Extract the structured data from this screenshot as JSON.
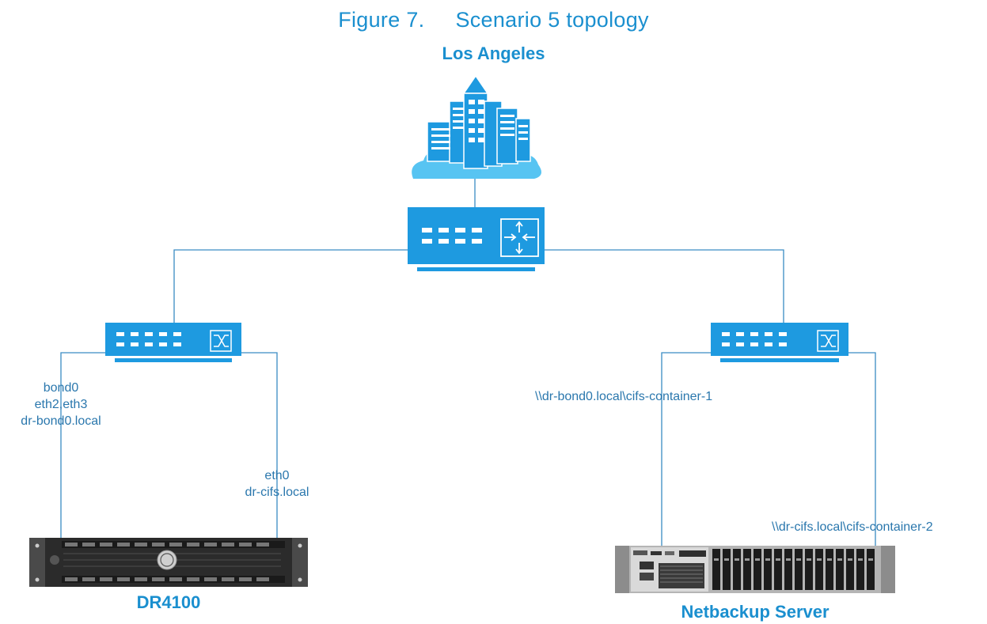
{
  "figure": {
    "caption": "Figure 7.     Scenario 5 topology"
  },
  "site": {
    "name": "Los Angeles",
    "icon": "city-buildings-icon"
  },
  "network": {
    "router_icon": "router-icon",
    "switch_icon": "switch-icon"
  },
  "dr4100": {
    "name": "DR4100",
    "bond_labels": [
      "bond0",
      "eth2,eth3",
      "dr-bond0.local"
    ],
    "eth_labels": [
      "eth0",
      "dr-cifs.local"
    ]
  },
  "netbackup": {
    "name": "Netbackup Server",
    "share1": "\\\\dr-bond0.local\\cifs-container-1",
    "share2": "\\\\dr-cifs.local\\cifs-container-2"
  },
  "colors": {
    "accent": "#1a8fcf",
    "line": "#3a8cc4",
    "device_fill": "#1e9ae0"
  }
}
